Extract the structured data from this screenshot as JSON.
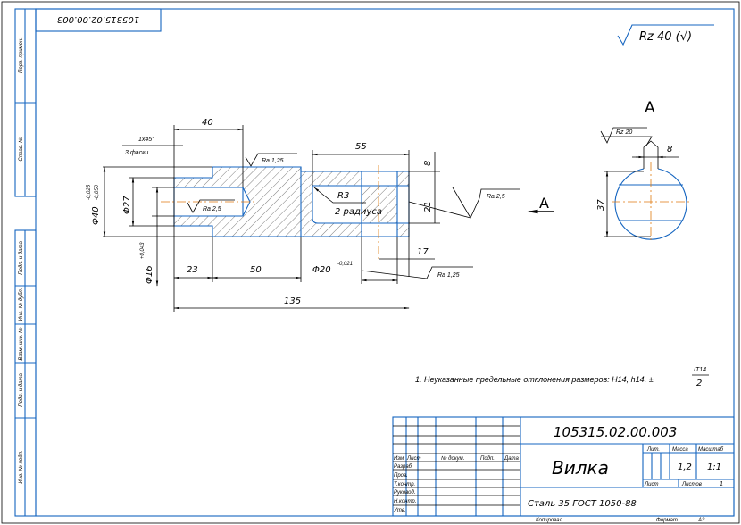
{
  "stamp_top": "105315.02.00.003",
  "roughness_general": "Rz 40 (√)",
  "sidebar": [
    "Перв. примен.",
    "Справ. №",
    "Подп. и дата",
    "Инв. № дубл.",
    "Взам. инв. №",
    "Подп. и дата",
    "Инв. № подл."
  ],
  "main_view": {
    "chamfer": "1x45°",
    "chamfer_count": "3 фаски",
    "dim_40": "40",
    "dim_55": "55",
    "dim_8": "8",
    "dim_21": "21",
    "dim_17": "17",
    "dim_23": "23",
    "dim_50": "50",
    "dim_135": "135",
    "dia_40": "Φ40",
    "dia_40_tol_upper": "-0,025",
    "dia_40_tol_lower": "-0,050",
    "dia_27": "Φ27",
    "dia_16": "Φ16",
    "dia_16_tol": "+0,043",
    "dia_20": "Φ20",
    "dia_20_tol": "-0,021",
    "ra_125_top": "Ra 1,25",
    "ra_25_bore": "Ra 2,5",
    "ra_25_right": "Ra 2,5",
    "ra_125_bottom": "Ra 1,25",
    "radius": "R3",
    "radius_count": "2 радиуса",
    "section_arrow": "A"
  },
  "side_view": {
    "label": "A",
    "roughness": "Rz 20",
    "dim_8": "8",
    "dim_37": "37"
  },
  "note": {
    "text": "1. Неуказанные предельные отклонения размеров: H14, h14, ±",
    "frac_num": "IT14",
    "frac_den": "2"
  },
  "title_block": {
    "designation": "105315.02.00.003",
    "name": "Вилка",
    "material": "Сталь 35 ГОСТ 1050-88",
    "headers": [
      "Изм",
      "Лист",
      "№ докум.",
      "Подп.",
      "Дата"
    ],
    "roles": [
      "Разраб.",
      "Пров.",
      "Т.контр.",
      "Руковод.",
      "Н.контр.",
      "Утв."
    ],
    "lit_label": "Лит.",
    "mass_label": "Масса",
    "scale_label": "Масштаб",
    "mass": "1,2",
    "scale": "1:1",
    "sheet_label": "Лист",
    "sheets_label": "Листов",
    "sheets": "1",
    "copied": "Копировал",
    "format_label": "Формат",
    "format": "A3"
  }
}
